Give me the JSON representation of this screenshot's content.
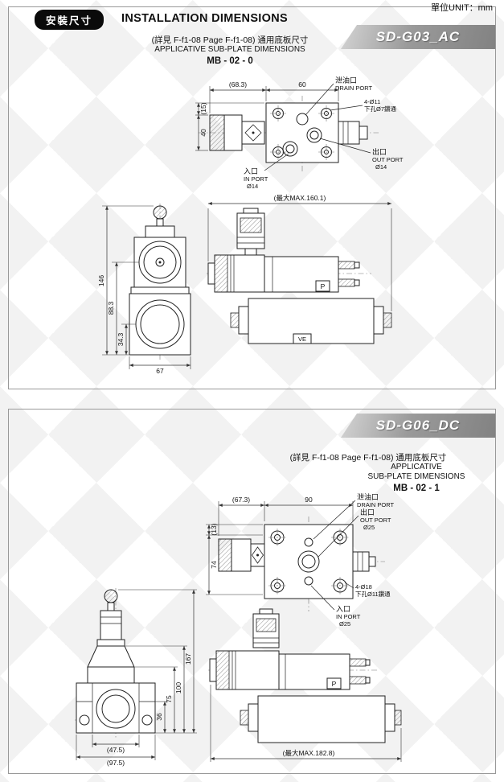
{
  "unit": "單位UNIT：mm",
  "p1": {
    "badge": "安裝尺寸",
    "title": "INSTALLATION DIMENSIONS",
    "model": "SD-G03_AC",
    "ref": "(詳見 F-f1-08  Page F-f1-08) 通用底板尺寸",
    "sub": "APPLICATIVE SUB-PLATE DIMENSIONS",
    "mb": "MB - 02 - 0",
    "tv": {
      "dim_a": "(68.3)",
      "dim_b": "60",
      "dim_c": "(15)",
      "dim_d": "40",
      "drain_cn": "泄油口",
      "drain_en": "DRAIN PORT",
      "holes_a": "4-Ø11",
      "holes_b": "下孔Ø7鑽通",
      "out_cn": "出口",
      "out_en": "OUT PORT",
      "out_d": "Ø14",
      "in_cn": "入口",
      "in_en": "IN PORT",
      "in_d": "Ø14"
    },
    "fv": {
      "h_total": "146",
      "h_mid": "88.3",
      "h_low": "34.3",
      "w": "67"
    },
    "sv": {
      "max": "(最大MAX.160.1)",
      "p": "P",
      "ve": "VE"
    }
  },
  "p2": {
    "model": "SD-G06_DC",
    "ref": "(詳見 F-f1-08  Page F-f1-08) 通用底板尺寸",
    "sub1": "APPLICATIVE",
    "sub2": "SUB-PLATE DIMENSIONS",
    "mb": "MB - 02 - 1",
    "tv": {
      "dim_a": "(67.3)",
      "dim_b": "90",
      "dim_c": "(13)",
      "dim_d": "74",
      "drain_cn": "泄油口",
      "drain_en": "DRAIN PORT",
      "out_cn": "出口",
      "out_en": "OUT PORT",
      "out_d": "Ø25",
      "holes_a": "4-Ø18",
      "holes_b": "下孔Ø11鑽通",
      "in_cn": "入口",
      "in_en": "IN PORT",
      "in_d": "Ø25"
    },
    "fv": {
      "h_total": "167",
      "h_b": "100",
      "h_c": "75",
      "h_d": "36",
      "w_inner": "(47.5)",
      "w_outer": "(97.5)"
    },
    "sv": {
      "p": "P",
      "max": "(最大MAX.182.8)"
    }
  }
}
